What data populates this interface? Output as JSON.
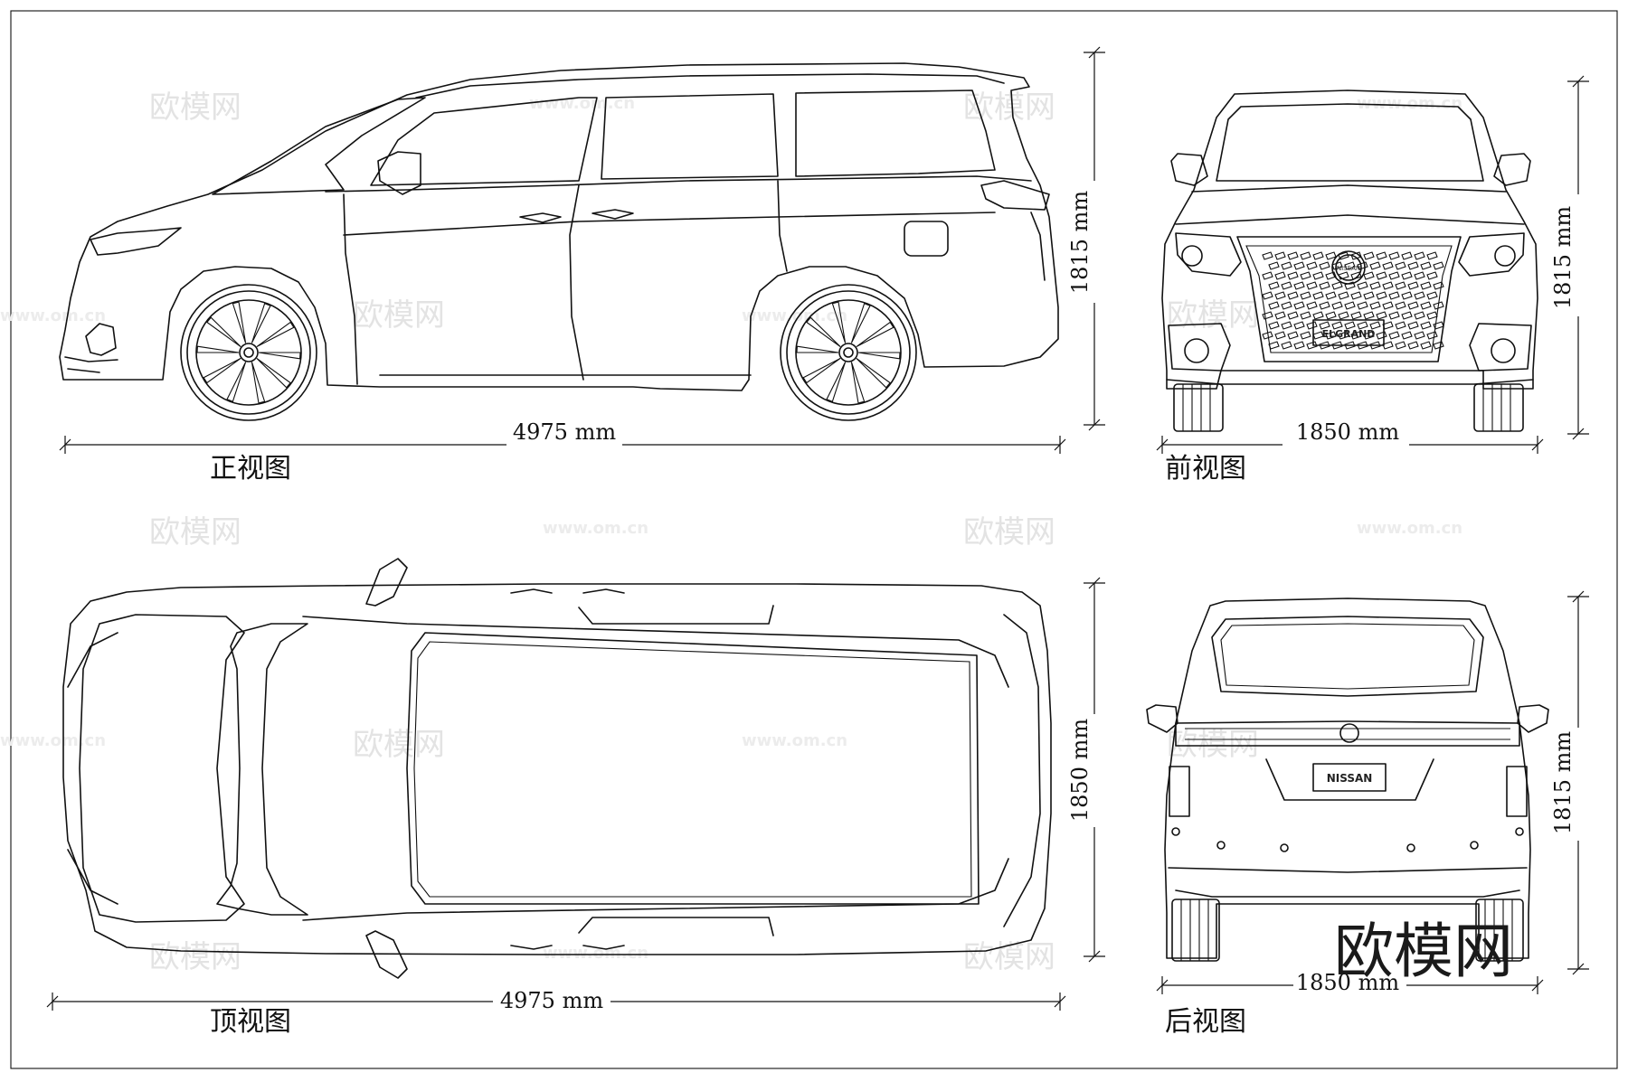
{
  "views": {
    "side": {
      "label": "正视图",
      "length_dim": "4975 mm",
      "height_dim": "1815 mm"
    },
    "front": {
      "label": "前视图",
      "width_dim": "1850 mm",
      "height_dim": "1815 mm"
    },
    "top": {
      "label": "顶视图",
      "length_dim": "4975 mm",
      "width_dim": "1850 mm"
    },
    "rear": {
      "label": "后视图",
      "width_dim": "1850 mm",
      "height_dim": "1815 mm"
    }
  },
  "badges": {
    "front_badge": "NISSAN",
    "front_plate": "ELGRAND",
    "rear_plate": "NISSAN"
  },
  "watermark": {
    "logo": "欧模网",
    "url": "www.om.cn",
    "corner_logo": "欧模网"
  },
  "colors": {
    "line": "#111111",
    "watermark": "#e3e3e3",
    "background": "#ffffff"
  }
}
